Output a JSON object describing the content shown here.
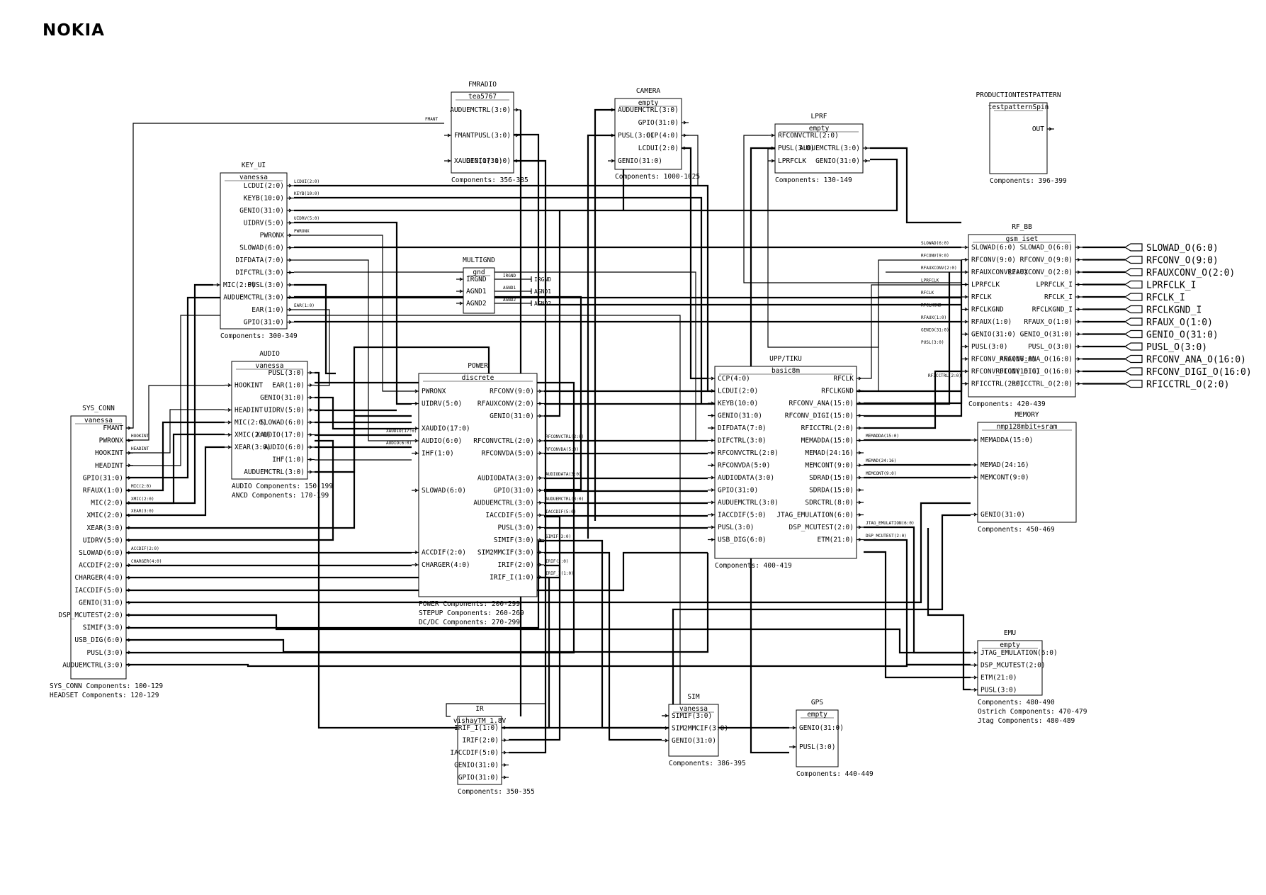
{
  "brand": "NOKIA",
  "blocks": [
    {
      "id": "fmradio",
      "name": "FMRADIO",
      "part": "tea5767",
      "comp": "Components: 356-385",
      "left": [
        "FMANT",
        "XAUDIO(17:0)"
      ],
      "right": [
        "AUDUEMCTRL(3:0)",
        "PUSL(3:0)",
        "GENIO(31:0)"
      ]
    },
    {
      "id": "camera",
      "name": "CAMERA",
      "part": "empty",
      "comp": "Components: 1000-1025",
      "left": [
        "AUDUEMCTRL(3:0)",
        "PUSL(3:0)",
        "GENIO(31:0)"
      ],
      "right": [
        "GPIO(31:0)",
        "CCP(4:0)",
        "LCDUI(2:0)"
      ]
    },
    {
      "id": "lprf",
      "name": "LPRF",
      "part": "empty",
      "comp": "Components: 130-149",
      "left": [
        "RFCONVCTRL(2:0)",
        "PUSL(3:0)",
        "LPRFCLK"
      ],
      "right": [
        "AUDUEMCTRL(3:0)",
        "GENIO(31:0)"
      ]
    },
    {
      "id": "prodtest",
      "name": "PRODUCTIONTESTPATTERN",
      "part": "testpatternSpin",
      "comp": "Components: 396-399",
      "left": [],
      "right": [
        "OUT"
      ]
    },
    {
      "id": "keyui",
      "name": "KEY_UI",
      "part": "vanessa",
      "comp": "Components: 300-349",
      "left": [
        "MIC(2:0)"
      ],
      "right": [
        "LCDUI(2:0)",
        "KEYB(10:0)",
        "GENIO(31:0)",
        "UIDRV(5:0)",
        "PWRONX",
        "SLOWAD(6:0)",
        "DIFDATA(7:0)",
        "DIFCTRL(3:0)",
        "PUSL(3:0)",
        "AUDUEMCTRL(3:0)",
        "EAR(1:0)",
        "GPIO(31:0)"
      ]
    },
    {
      "id": "multignd",
      "name": "MULTIGND",
      "part": "gnd",
      "comp": "",
      "left": [
        "IRGND",
        "AGND1",
        "AGND2"
      ],
      "right": []
    },
    {
      "id": "audio",
      "name": "AUDIO",
      "part": "vanessa",
      "comp": "AUDIO Components: 150-199",
      "comp2": "ANCD Components: 170-199",
      "left": [
        "HOOKINT",
        "HEADINT",
        "MIC(2:0)",
        "XMIC(2:0)",
        "XEAR(3:0)"
      ],
      "right": [
        "PUSL(3:0)",
        "EAR(1:0)",
        "GENIO(31:0)",
        "UIDRV(5:0)",
        "SLOWAD(6:0)",
        "XAUDIO(17:0)",
        "AUDIO(6:0)",
        "IHF(1:0)",
        "AUDUEMCTRL(3:0)"
      ]
    },
    {
      "id": "power",
      "name": "POWER",
      "part": "discrete",
      "comp": "POWER Components: 200-299",
      "comp2": "STEPUP Components: 260-269",
      "comp3": "DC/DC Components: 270-299",
      "left": [
        "PWRONX",
        "UIDRV(5:0)",
        "XAUDIO(17:0)",
        "AUDIO(6:0)",
        "IHF(1:0)",
        "SLOWAD(6:0)",
        "ACCDIF(2:0)",
        "CHARGER(4:0)"
      ],
      "right": [
        "RFCONV(9:0)",
        "RFAUXCONV(2:0)",
        "GENIO(31:0)",
        "RFCONVCTRL(2:0)",
        "RFCONVDA(5:0)",
        "AUDIODATA(3:0)",
        "GPIO(31:0)",
        "AUDUEMCTRL(3:0)",
        "IACCDIF(5:0)",
        "PUSL(3:0)",
        "SIMIF(3:0)",
        "SIM2MMCIF(3:0)",
        "IRIF(2:0)",
        "IRIF_I(1:0)"
      ]
    },
    {
      "id": "uppt",
      "name": "UPP/TIKU",
      "part": "basic8m",
      "comp": "Components: 400-419",
      "left": [
        "CCP(4:0)",
        "LCDUI(2:0)",
        "KEYB(10:0)",
        "GENIO(31:0)",
        "DIFDATA(7:0)",
        "DIFCTRL(3:0)",
        "RFCONVCTRL(2:0)",
        "RFCONVDA(5:0)",
        "AUDIODATA(3:0)",
        "GPIO(31:0)",
        "AUDUEMCTRL(3:0)",
        "IACCDIF(5:0)",
        "PUSL(3:0)",
        "USB_DIG(6:0)"
      ],
      "right": [
        "RFCLK",
        "RFCLKGND",
        "RFCONV_ANA(15:0)",
        "RFCONV_DIGI(15:0)",
        "RFICCTRL(2:0)",
        "MEMADDA(15:0)",
        "MEMAD(24:16)",
        "MEMCONT(9:0)",
        "SDRAD(15:0)",
        "SDRDA(15:0)",
        "SDRCTRL(8:0)",
        "JTAG_EMULATION(6:0)",
        "DSP_MCUTEST(2:0)",
        "ETM(21:0)"
      ]
    },
    {
      "id": "rfbb",
      "name": "RF_BB",
      "part": "gsm_iset",
      "comp": "Components: 420-439",
      "left": [
        "SLOWAD(6:0)",
        "RFCONV(9:0)",
        "RFAUXCONV(2:0)",
        "LPRFCLK",
        "RFCLK",
        "RFCLKGND",
        "RFAUX(1:0)",
        "GENIO(31:0)",
        "PUSL(3:0)",
        "RFCONV_ANA(16:0)",
        "RFCONV_DIGI(16:0)",
        "RFICCTRL(2:0)"
      ],
      "right": [
        "SLOWAD_O(6:0)",
        "RFCONV_O(9:0)",
        "RFAUXCONV_O(2:0)",
        "LPRFCLK_I",
        "RFCLK_I",
        "RFCLKGND_I",
        "RFAUX_O(1:0)",
        "GENIO_O(31:0)",
        "PUSL_O(3:0)",
        "RFCONV_ANA_O(16:0)",
        "RFCONV_DIGI_O(16:0)",
        "RFICCTRL_O(2:0)"
      ]
    },
    {
      "id": "memory",
      "name": "MEMORY",
      "part": "nmp128mbit+sram",
      "comp": "Components: 450-469",
      "left": [
        "MEMADDA(15:0)",
        "MEMAD(24:16)",
        "MEMCONT(9:0)",
        "GENIO(31:0)"
      ],
      "right": []
    },
    {
      "id": "sysconn",
      "name": "SYS_CONN",
      "part": "vanessa",
      "comp": "SYS_CONN Components: 100-129",
      "comp2": "HEADSET Components: 120-129",
      "left": [],
      "right": [
        "FMANT",
        "PWRONX",
        "HOOKINT",
        "HEADINT",
        "GPIO(31:0)",
        "RFAUX(1:0)",
        "MIC(2:0)",
        "XMIC(2:0)",
        "XEAR(3:0)",
        "UIDRV(5:0)",
        "SLOWAD(6:0)",
        "ACCDIF(2:0)",
        "CHARGER(4:0)",
        "IACCDIF(5:0)",
        "GENIO(31:0)",
        "DSP_MCUTEST(2:0)",
        "SIMIF(3:0)",
        "USB_DIG(6:0)",
        "PUSL(3:0)",
        "AUDUEMCTRL(3:0)"
      ]
    },
    {
      "id": "emu",
      "name": "EMU",
      "part": "empty",
      "comp": "Components: 480-490",
      "comp2": "Ostrich Components: 470-479",
      "comp3": "Jtag Components: 480-489",
      "left": [
        "JTAG_EMULATION(6:0)",
        "DSP_MCUTEST(2:0)",
        "ETM(21:0)",
        "PUSL(3:0)"
      ],
      "right": []
    },
    {
      "id": "ir",
      "name": "IR",
      "part": "vishayTM_1.8V",
      "comp": "Components: 350-355",
      "left": [],
      "right": [
        "IRIF_I(1:0)",
        "IRIF(2:0)",
        "IACCDIF(5:0)",
        "GENIO(31:0)",
        "GPIO(31:0)"
      ]
    },
    {
      "id": "sim",
      "name": "SIM",
      "part": "vanessa",
      "comp": "Components: 386-395",
      "left": [
        "SIMIF(3:0)",
        "SIM2MMCIF(3:0)",
        "GENIO(31:0)"
      ],
      "right": []
    },
    {
      "id": "gps",
      "name": "GPS",
      "part": "empty",
      "comp": "Components: 440-449",
      "left": [
        "GENIO(31:0)",
        "PUSL(3:0)"
      ],
      "right": []
    }
  ],
  "net_labels": {
    "fmant": "FMANT",
    "lcdui": "LCDUI(2:0)",
    "keyb": "KEYB(10:0)",
    "uidrv": "UIDRV(5:0)",
    "pwronx": "PWRONX",
    "ear": "EAR(1:0)",
    "hookint": "HOOKINT",
    "headint": "HEADINT",
    "mic": "MIC(2:0)",
    "xmic": "XMIC(2:0)",
    "xear": "XEAR(3:0)",
    "accdif": "ACCDIF(2:0)",
    "charger": "CHARGER(4:0)",
    "xaudio": "XAUDIO(17:0)",
    "audio": "AUDIO(6:0)",
    "rfconvctrl": "RFCONVCTRL(2:0)",
    "rfconvda": "RFCONVDA(5:0)",
    "audiodata": "AUDIODATA(3:0)",
    "auduemctrl": "AUDUEMCTRL(3:0)",
    "iaccdif": "IACCDIF(5:0)",
    "simif": "SIMIF(3:0)",
    "irif": "IRIF(2:0)",
    "irif_i": "IRIF_I(1:0)",
    "memadda": "MEMADDA(15:0)",
    "memad": "MEMAD(24:16)",
    "memcont": "MEMCONT(9:0)",
    "jtag": "JTAG_EMULATION(6:0)",
    "dsp": "DSP_MCUTEST(2:0)",
    "slowad": "SLOWAD(6:0)",
    "rfconv": "RFCONV(9:0)",
    "rfauxconv": "RFAUXCONV(2:0)",
    "lprfclk": "LPRFCLK",
    "rfclk": "RFCLK",
    "rfclkgnd": "RFCLKGND",
    "rfaux": "RFAUX(1:0)",
    "genio": "GENIO(31:0)",
    "pusl": "PUSL(3:0)",
    "rficctrl": "RFICCTRL(2:0)",
    "irgnd": "IRGND",
    "agnd1": "AGND1",
    "agnd2": "AGND2"
  },
  "rf_ports": [
    "SLOWAD_O(6:0)",
    "RFCONV_O(9:0)",
    "RFAUXCONV_O(2:0)",
    "LPRFCLK_I",
    "RFCLK_I",
    "RFCLKGND_I",
    "RFAUX_O(1:0)",
    "GENIO_O(31:0)",
    "PUSL_O(3:0)",
    "RFCONV_ANA_O(16:0)",
    "RFCONV_DIGI_O(16:0)",
    "RFICCTRL_O(2:0)"
  ]
}
